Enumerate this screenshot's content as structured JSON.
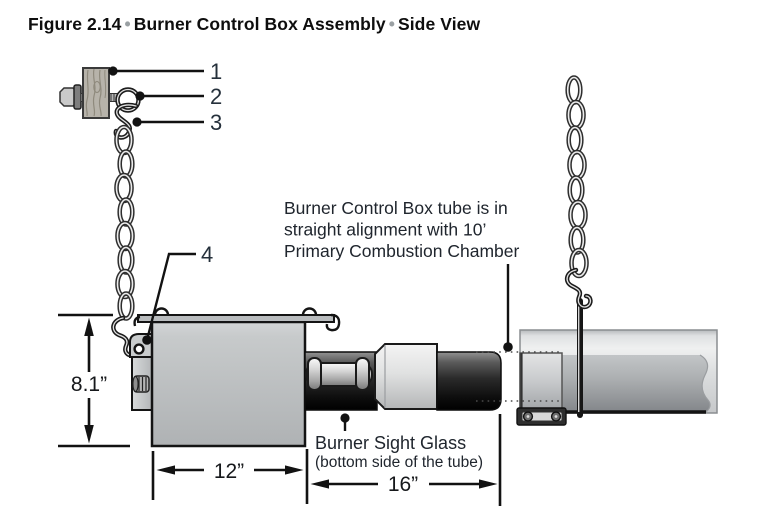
{
  "title": {
    "figure_label": "Figure 2.14",
    "separator": "•",
    "name": "Burner Control Box Assembly",
    "view": "Side View"
  },
  "callouts": {
    "item1": "1",
    "item2": "2",
    "item3": "3",
    "item4": "4"
  },
  "annotations": {
    "alignment_note_line1": "Burner Control Box tube is in",
    "alignment_note_line2": "straight alignment with 10’",
    "alignment_note_line3": "Primary Combustion Chamber",
    "sight_glass_label": "Burner Sight Glass",
    "sight_glass_sub": "(bottom side of the tube)"
  },
  "dimensions": {
    "height": "8.1”",
    "box_width": "12”",
    "tube_width": "16”"
  },
  "colors": {
    "background": "#ffffff",
    "line": "#121212",
    "callout_number": "#25303b",
    "box_gray": "#bcbfc1",
    "dark_tube": "#1e1e1e"
  }
}
